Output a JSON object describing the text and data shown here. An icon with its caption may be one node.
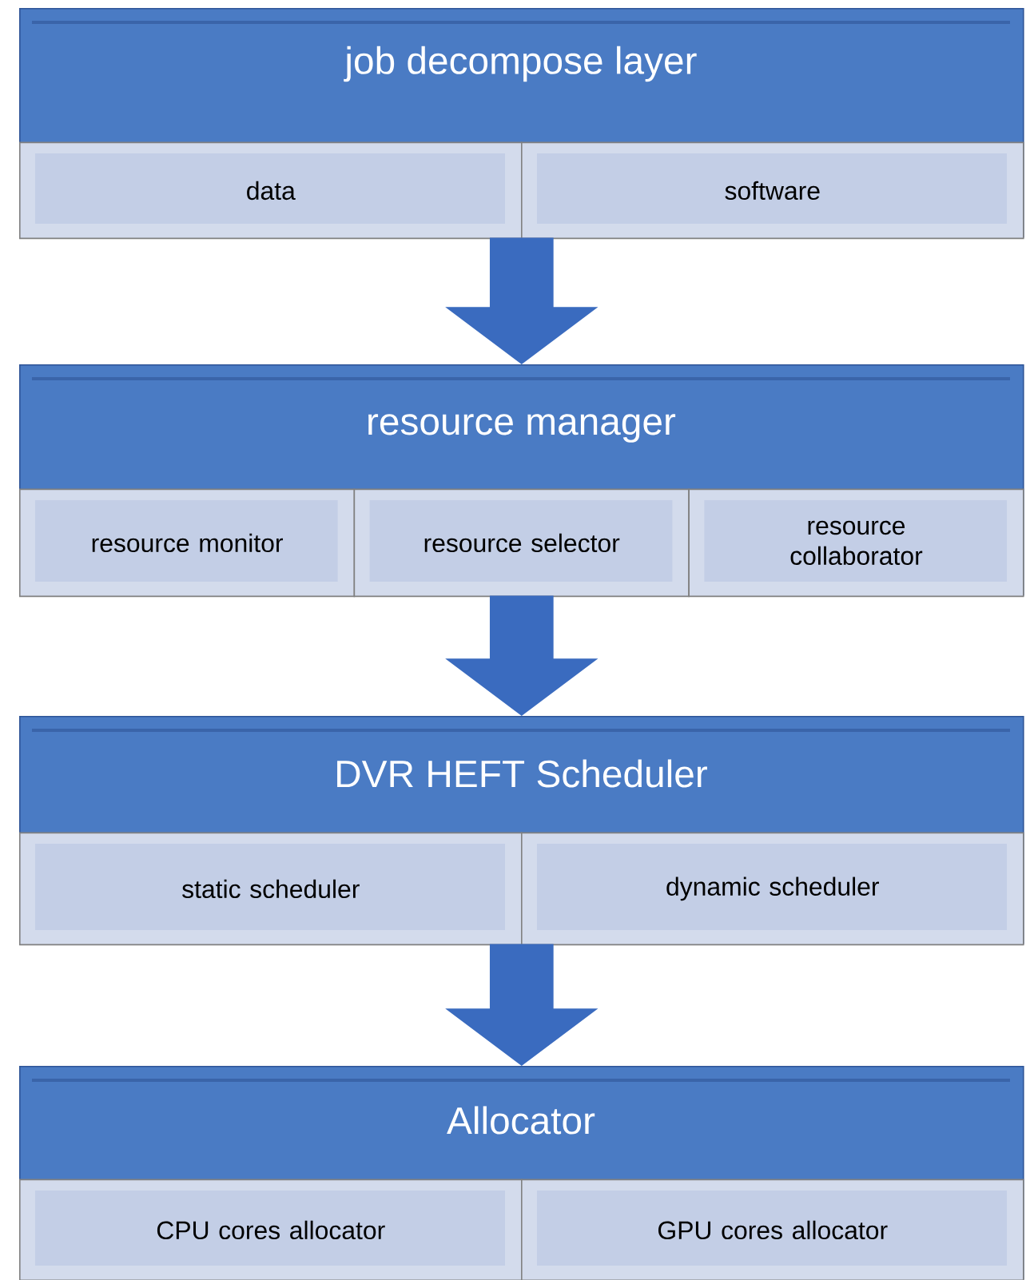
{
  "diagram": {
    "nodes": [
      {
        "text": [
          "job decompose layer"
        ]
      },
      {
        "text": [
          "data"
        ],
        "in": 0
      },
      {
        "text": [
          "software"
        ],
        "in": 0
      },
      {
        "text": [
          "resource manager"
        ]
      },
      {
        "text": [
          "resource monitor"
        ],
        "in": 3
      },
      {
        "text": [
          "resource selector"
        ],
        "in": 3
      },
      {
        "text": [
          "resource collaborator"
        ],
        "in": 3
      },
      {
        "text": [
          "DVR HEFT Scheduler"
        ]
      },
      {
        "text": [
          "static scheduler"
        ],
        "in": 7
      },
      {
        "text": [
          "dynamic scheduler"
        ],
        "in": 7
      },
      {
        "text": [
          "Allocator"
        ]
      },
      {
        "text": [
          "CPU cores allocator"
        ],
        "in": 10
      },
      {
        "text": [
          "GPU cores allocator"
        ],
        "in": 10
      }
    ],
    "edges": [
      {
        "from": 0,
        "to": 3,
        "arrow": "to"
      },
      {
        "from": 3,
        "to": 7,
        "arrow": "to"
      },
      {
        "from": 7,
        "to": 10,
        "arrow": "to"
      }
    ]
  }
}
